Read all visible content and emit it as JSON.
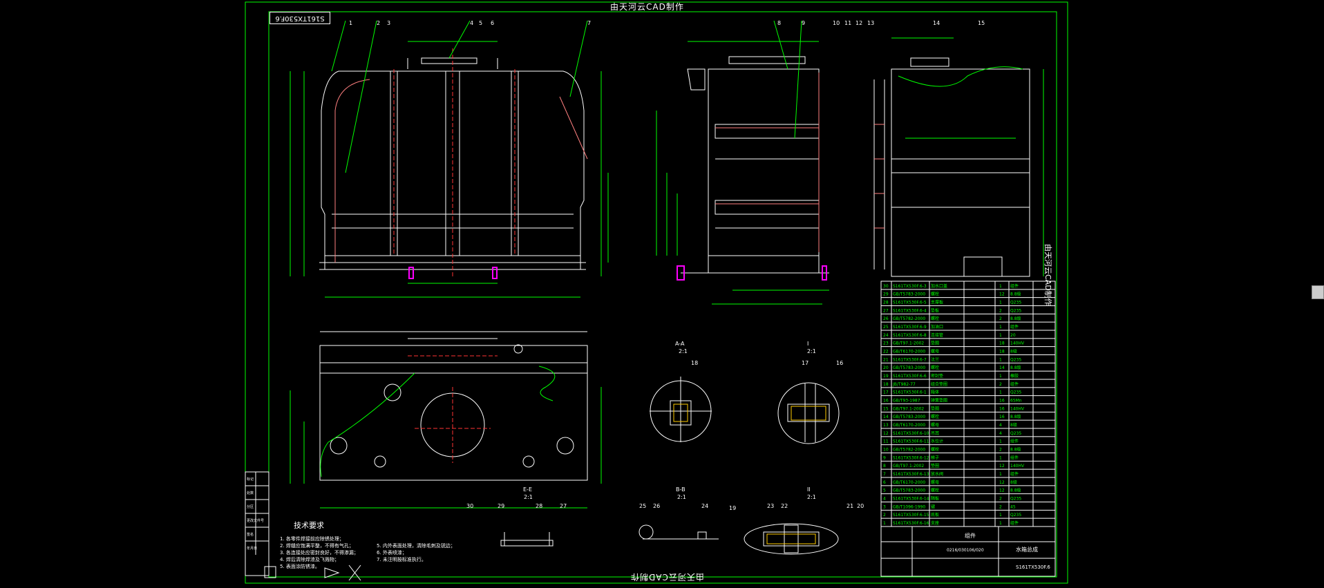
{
  "titles": {
    "top": "由天河云CAD制作",
    "bottom": "由天河云CAD制作",
    "side": "由天河云CAD制作"
  },
  "drawing_code": "S161TX530F.6",
  "tech": {
    "title": "技术要求",
    "lines_left": [
      "1. 各零件焊接前应除锈处理；",
      "2. 焊缝应饱满平整，不得有气孔；",
      "3. 各连接处应密封良好，不得渗漏；",
      "4. 焊后清除焊渣及飞溅物；",
      "5. 表面涂防锈漆。"
    ],
    "lines_right": [
      "5. 内外表面处理，清除毛刺及锐边；",
      "6. 外表喷漆；",
      "7. 未注明按标准执行。"
    ]
  },
  "section_labels": [
    "A-A",
    "2:1",
    "I",
    "2:1",
    "E-E",
    "2:1",
    "B-B",
    "2:1",
    "II",
    "2:1"
  ],
  "callouts_top": [
    "1",
    "2",
    "3",
    "4",
    "5",
    "6",
    "7",
    "8",
    "9",
    "10",
    "11",
    "12",
    "13",
    "14",
    "15"
  ],
  "callouts_bottom": [
    "16",
    "17",
    "18",
    "19",
    "20",
    "21",
    "22",
    "23",
    "24",
    "25",
    "26",
    "27",
    "28",
    "29",
    "30"
  ],
  "bom_rows": [
    [
      "30",
      "S161TX530F.6-3",
      "加水口盖",
      "1",
      "组件"
    ],
    [
      "29",
      "GB/T5783-2000",
      "螺栓",
      "12",
      "8.8级"
    ],
    [
      "28",
      "S161TX530F.6-5",
      "支撑板",
      "1",
      "Q235"
    ],
    [
      "27",
      "S161TX530F.6-4",
      "垫板",
      "2",
      "Q235"
    ],
    [
      "26",
      "GB/T5782-2000",
      "螺栓",
      "2",
      "8.8级"
    ],
    [
      "25",
      "S161TX530F.6-9",
      "加油口",
      "1",
      "组件"
    ],
    [
      "24",
      "S161TX530F.6-8",
      "连接管",
      "1",
      "20"
    ],
    [
      "23",
      "GB/T97.1-2002",
      "垫圈",
      "18",
      "140HV"
    ],
    [
      "22",
      "GB/T6170-2000",
      "螺母",
      "18",
      "8级"
    ],
    [
      "21",
      "S161TX530F.6-7",
      "法兰",
      "1",
      "Q235"
    ],
    [
      "20",
      "GB/T5783-2000",
      "螺栓",
      "14",
      "8.8级"
    ],
    [
      "19",
      "S161TX530F.6-6",
      "密封垫",
      "1",
      "橡胶"
    ],
    [
      "18",
      "JB/T982-77",
      "组合垫圈",
      "2",
      "组件"
    ],
    [
      "17",
      "S161TX530F.6-1",
      "箱体",
      "1",
      "Q235"
    ],
    [
      "16",
      "GB/T93-1987",
      "弹簧垫圈",
      "16",
      "65Mn"
    ],
    [
      "15",
      "GB/T97.1-2002",
      "垫圈",
      "16",
      "140HV"
    ],
    [
      "14",
      "GB/T5783-2000",
      "螺栓",
      "16",
      "8.8级"
    ],
    [
      "13",
      "GB/T6170-2000",
      "螺母",
      "4",
      "8级"
    ],
    [
      "12",
      "S161TX530F.6-10",
      "吊耳",
      "4",
      "Q235"
    ],
    [
      "11",
      "S161TX530F.6-11",
      "水位计",
      "1",
      "组件"
    ],
    [
      "10",
      "GB/T5782-2000",
      "螺栓",
      "2",
      "8.8级"
    ],
    [
      "9",
      "S161TX530F.6-12",
      "梯子",
      "1",
      "组件"
    ],
    [
      "8",
      "GB/T97.1-2002",
      "垫圈",
      "12",
      "140HV"
    ],
    [
      "7",
      "S161TX530F.6-13",
      "放水阀",
      "1",
      "组件"
    ],
    [
      "6",
      "GB/T6170-2000",
      "螺母",
      "12",
      "8级"
    ],
    [
      "5",
      "GB/T5783-2000",
      "螺栓",
      "12",
      "8.8级"
    ],
    [
      "4",
      "S161TX530F.6-14",
      "隔板",
      "2",
      "Q235"
    ],
    [
      "3",
      "GB/T1096-1990",
      "键",
      "2",
      "45"
    ],
    [
      "2",
      "S161TX530F.6-15",
      "底板",
      "1",
      "Q235"
    ],
    [
      "1",
      "S161TX530F.6-16",
      "支座",
      "1",
      "组件"
    ]
  ],
  "title_block": {
    "assembly_label": "组件",
    "part_name": "水箱总成",
    "drawing_no": "S161TX530F.6",
    "code": "0216/030106/020"
  },
  "revision_labels": [
    "标记",
    "处数",
    "分区",
    "更改文件号",
    "签名",
    "年月日"
  ]
}
